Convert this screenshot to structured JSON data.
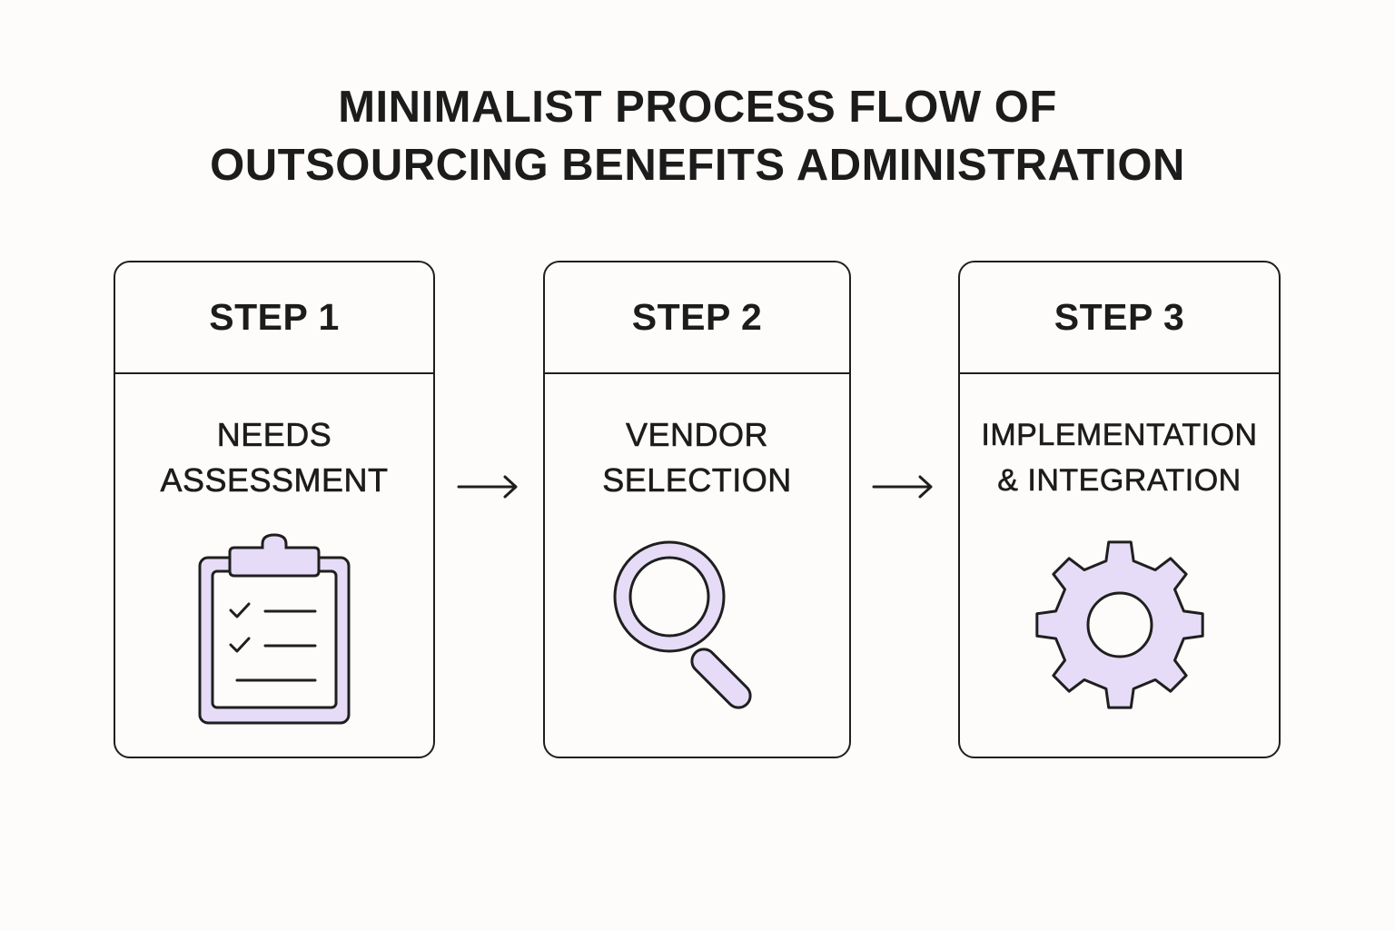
{
  "title": {
    "line1": "MINIMALIST PROCESS FLOW OF",
    "line2": "OUTSOURCING BENEFITS ADMINISTRATION"
  },
  "steps": [
    {
      "label": "STEP 1",
      "text_line1": "NEEDS",
      "text_line2": "ASSESSMENT",
      "icon": "clipboard-checklist-icon"
    },
    {
      "label": "STEP 2",
      "text_line1": "VENDOR",
      "text_line2": "SELECTION",
      "icon": "magnifying-glass-icon"
    },
    {
      "label": "STEP 3",
      "text_line1": "IMPLEMENTATION",
      "text_line2": "& INTEGRATION",
      "icon": "gear-icon"
    }
  ],
  "connectors": [
    "arrow-right-icon",
    "arrow-right-icon"
  ],
  "colors": {
    "background": "#fdfcfa",
    "ink": "#1f1f1f",
    "accent": "#e6dcf7"
  }
}
